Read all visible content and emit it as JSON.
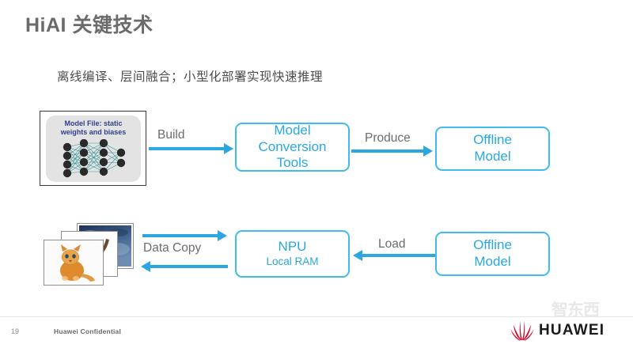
{
  "slide": {
    "title": "HiAI 关键技术",
    "subtitle": "离线编译、层间融合；小型化部署实现快速推理",
    "page_number": "19",
    "confidential": "Huawei Confidential",
    "brand": "HUAWEI",
    "watermark": "智东西",
    "colors": {
      "accent_blue": "#29a8e0",
      "border_blue": "#3fbcec",
      "arrow_blue": "#2ba6e0",
      "title_gray": "#6b6b6b",
      "label_gray": "#6d6d6d",
      "brand_red": "#cf0a2c"
    }
  },
  "model_file": {
    "caption_line1": "Model File: static",
    "caption_line2": "weights and biases",
    "alt": "neural-network-thumbnail"
  },
  "photo_stack": {
    "alt": "input-image-stack",
    "count": 3
  },
  "flow": {
    "row_top": {
      "arrow1_label": "Build",
      "box1_line1": "Model",
      "box1_line2": "Conversion",
      "box1_line3": "Tools",
      "arrow2_label": "Produce",
      "box2_line1": "Offline",
      "box2_line2": "Model"
    },
    "row_bottom": {
      "arrow1_label": "Data Copy",
      "box1_line1": "NPU",
      "box1_line2": "Local RAM",
      "arrow2_label": "Load",
      "box2_line1": "Offline",
      "box2_line2": "Model"
    }
  }
}
